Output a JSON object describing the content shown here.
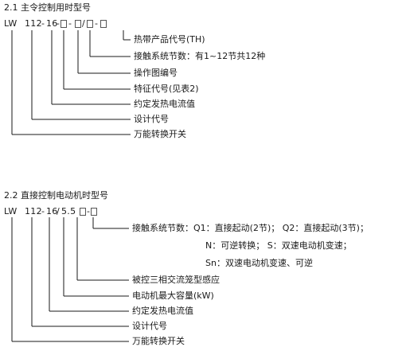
{
  "section1": {
    "heading": "2.1 主令控制用时型号",
    "code": {
      "prefix": "LW",
      "series": "112",
      "sep1": "-",
      "current": "16",
      "sep2": "-",
      "sep3": "-",
      "slash": "/",
      "sep4": "-"
    },
    "labels": [
      "热带产品代号(TH)",
      "接触系统节数：有1~12节共12种",
      "操作图编号",
      "特征代号(见表2)",
      "约定发热电流值",
      "设计代号",
      "万能转换开关"
    ]
  },
  "section2": {
    "heading": "2.2 直接控制电动机时型号",
    "code": {
      "prefix": "LW",
      "series": "112",
      "sep1": "-",
      "current": "16",
      "slash": "/",
      "capacity": "5.5",
      "sep2": "-"
    },
    "labels": [
      "接触系统节数：Q1：直接起动(2节)；    Q2：直接起动(3节)；",
      "N：可逆转换；    S：双速电动机变速；",
      "Sn：双速电动机变速、可逆",
      "被控三相交流笼型感应",
      "电动机最大容量(kW)",
      "约定发热电流值",
      "设计代号",
      "万能转换开关"
    ]
  }
}
